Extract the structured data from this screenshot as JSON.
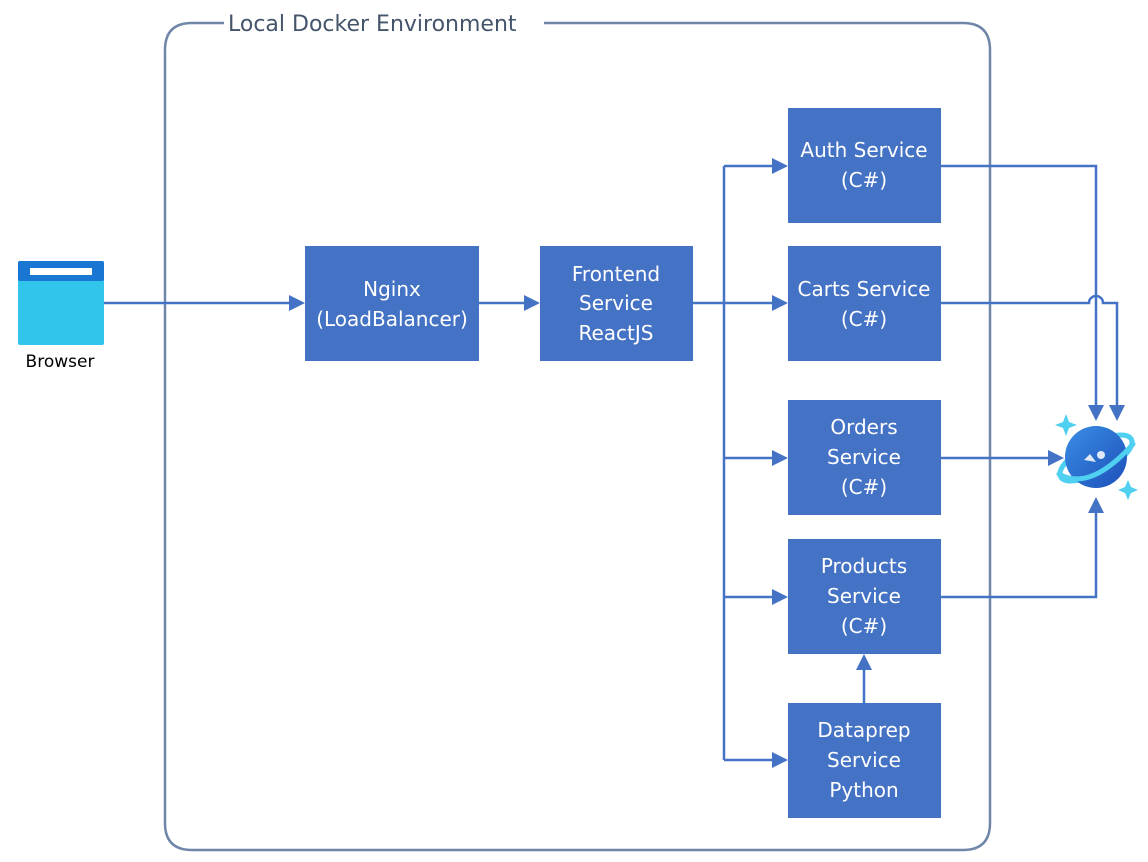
{
  "environment": {
    "title": "Local Docker Environment"
  },
  "browser": {
    "label": "Browser",
    "icon": "browser-window-icon"
  },
  "services": {
    "nginx": [
      "Nginx",
      "(LoadBalancer)"
    ],
    "frontend": [
      "Frontend",
      "Service",
      "ReactJS"
    ],
    "auth": [
      "Auth Service",
      "(C#)"
    ],
    "carts": [
      "Carts Service",
      "(C#)"
    ],
    "orders": [
      "Orders",
      "Service",
      "(C#)"
    ],
    "products": [
      "Products",
      "Service",
      "(C#)"
    ],
    "dataprep": [
      "Dataprep",
      "Service",
      "Python"
    ]
  },
  "database": {
    "icon": "cosmos-db-icon"
  },
  "colors": {
    "service_fill": "#4472c4",
    "connector": "#4472c4",
    "environment_border": "#6f86a8",
    "title_text": "#44546a",
    "browser_bar": "#1976d2",
    "browser_body": "#32c5eb",
    "cosmos_dark": "#1f5fc7",
    "cosmos_light": "#50d0f0"
  }
}
